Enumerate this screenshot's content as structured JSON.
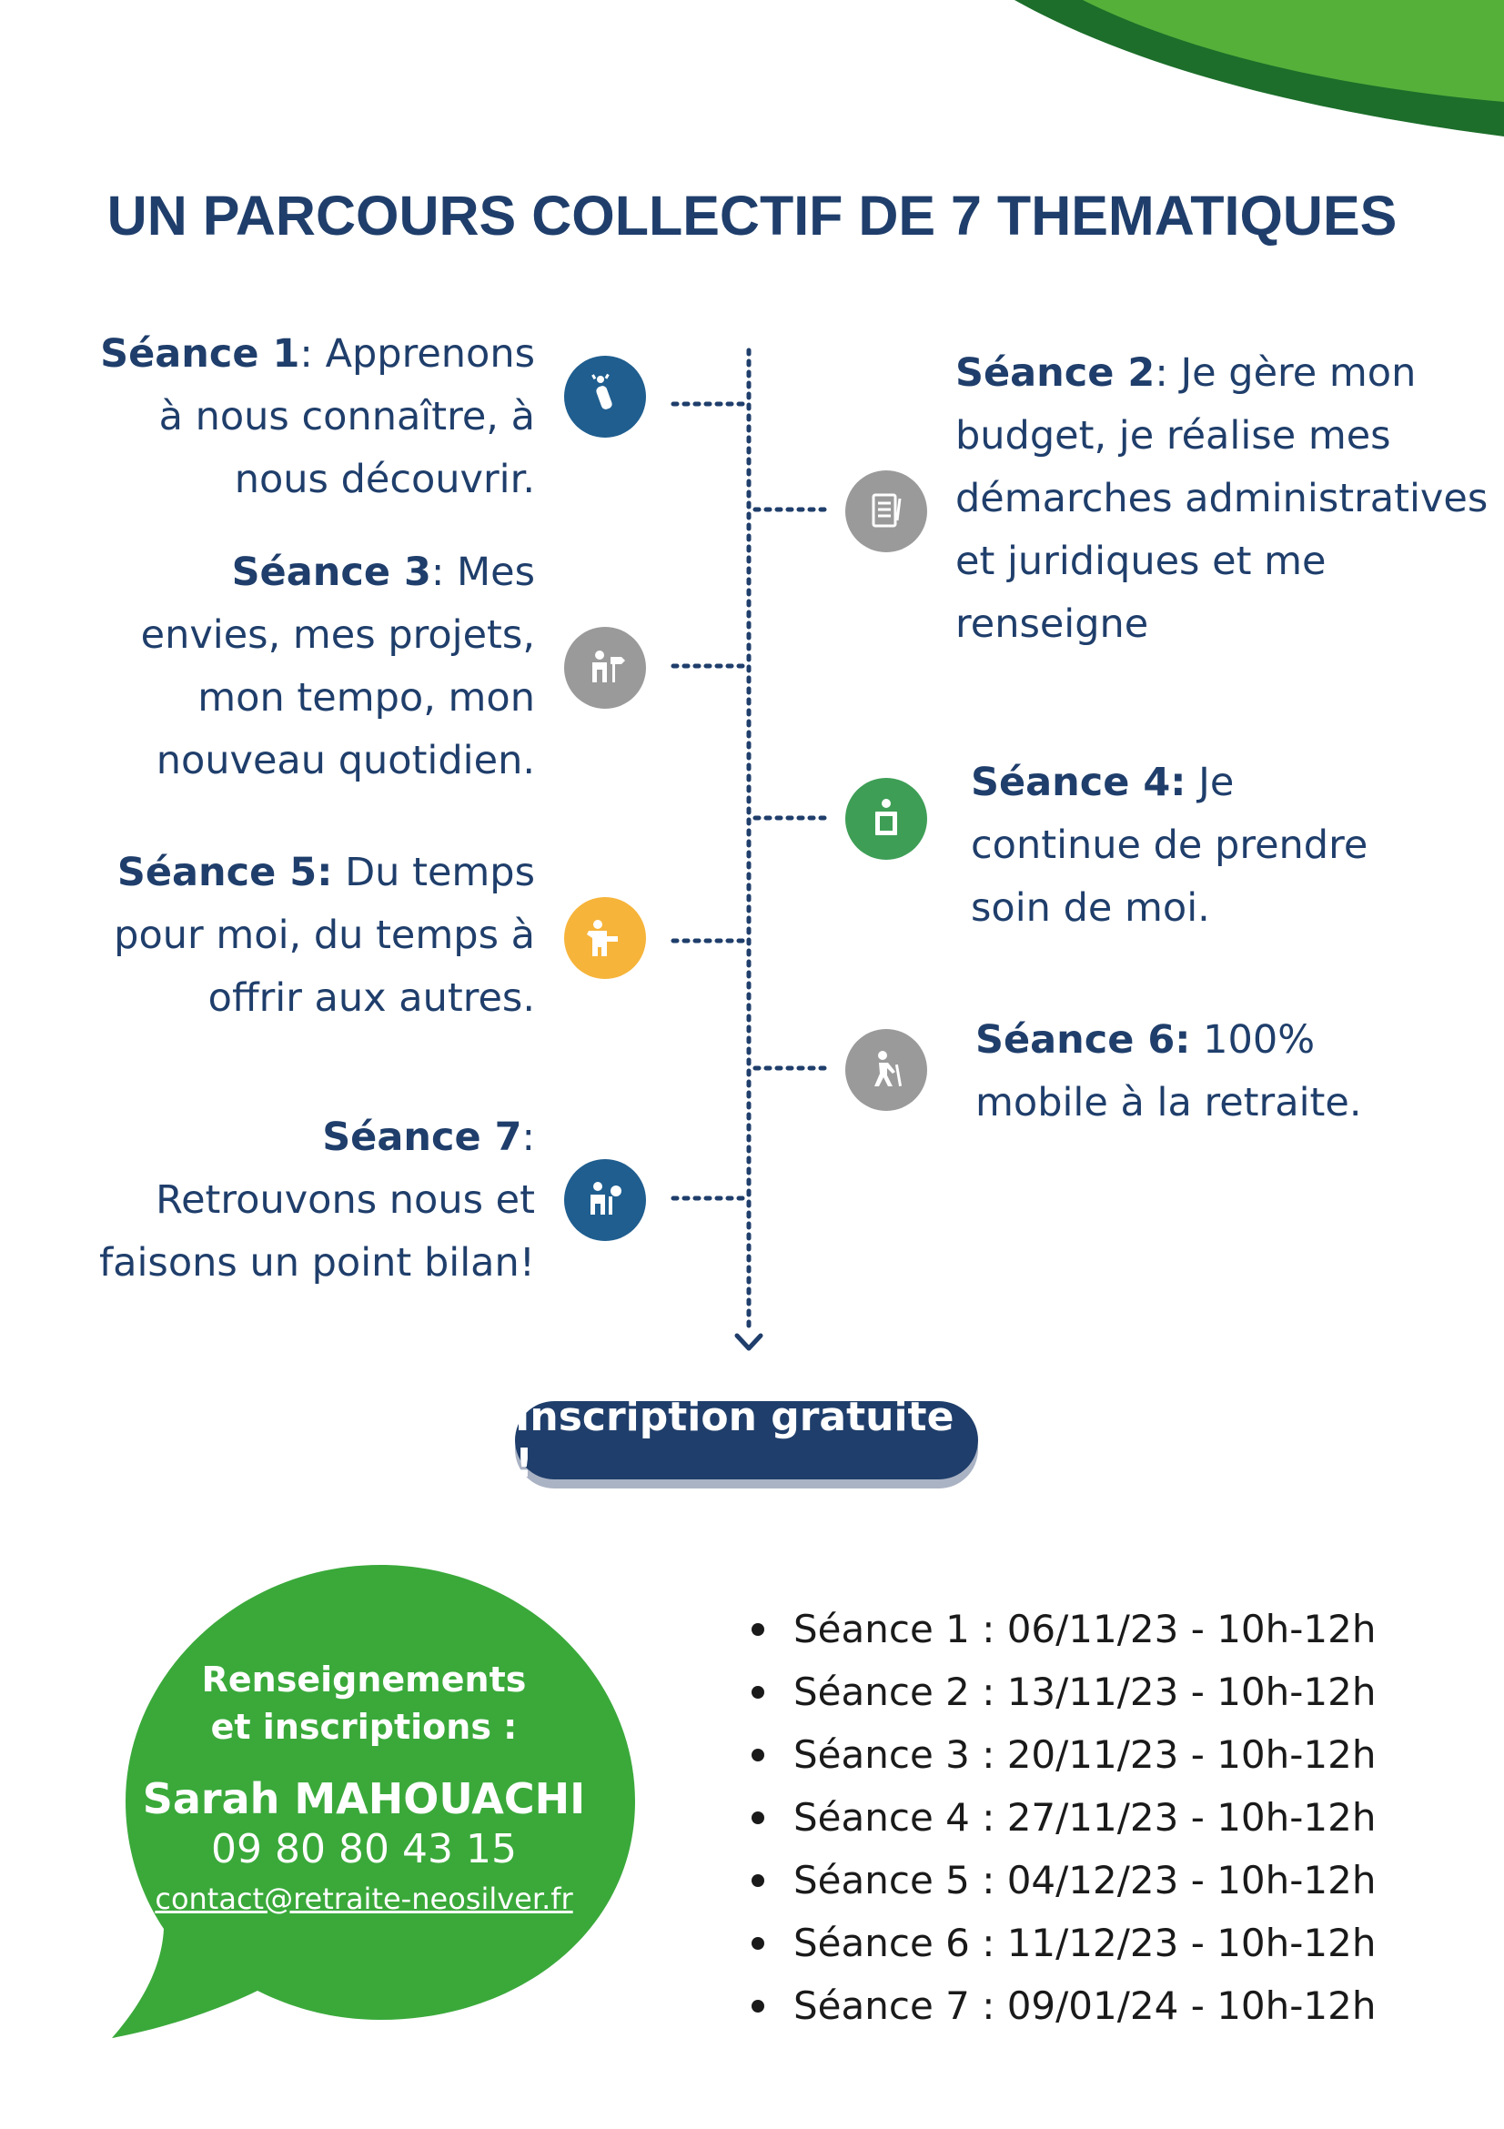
{
  "title": "UN PARCOURS COLLECTIF DE 7 THEMATIQUES",
  "colors": {
    "navy": "#1f3e6b",
    "green": "#3aa93a",
    "dark_green": "#1c6e2a",
    "grey_icon": "#9a9a9a",
    "green_icon": "#3e9e56",
    "yellow_icon": "#f6b43a"
  },
  "sessions": [
    {
      "label": "Séance 1",
      "sep": ": ",
      "text_lines": [
        "Apprenons",
        "à nous connaître, à",
        "nous découvrir."
      ],
      "icon": "microphone-icon",
      "icon_color": "#1f5e8f"
    },
    {
      "label": "Séance 2",
      "sep": ": ",
      "text_lines": [
        "Je gère mon",
        "budget, je réalise mes",
        "démarches administratives",
        "et juridiques et me",
        "renseigne"
      ],
      "icon": "document-icon",
      "icon_color": "#9a9a9a"
    },
    {
      "label": "Séance 3",
      "sep": ": ",
      "text_lines": [
        "Mes",
        "envies, mes projets,",
        "mon tempo, mon",
        "nouveau quotidien."
      ],
      "icon": "person-signpost-icon",
      "icon_color": "#9a9a9a"
    },
    {
      "label": "Séance 4:",
      "sep": " ",
      "text_lines": [
        "Je",
        "continue de prendre",
        "soin de moi."
      ],
      "icon": "person-at-desk-icon",
      "icon_color": "#3e9e56"
    },
    {
      "label": "Séance 5:",
      "sep": " ",
      "text_lines": [
        "Du temps",
        "pour moi, du temps à",
        "offrir aux autres."
      ],
      "icon": "person-giving-icon",
      "icon_color": "#f6b43a"
    },
    {
      "label": "Séance 6:",
      "sep": " ",
      "text_lines": [
        "100%",
        "mobile à la retraite."
      ],
      "icon": "person-walking-cane-icon",
      "icon_color": "#9a9a9a"
    },
    {
      "label": "Séance 7",
      "sep": ":",
      "text_lines": [
        "",
        "Retrouvons nous et",
        "faisons un point bilan!"
      ],
      "icon": "person-speaking-icon",
      "icon_color": "#1f5e8f"
    }
  ],
  "cta": {
    "label": "Inscription gratuite !"
  },
  "contact": {
    "heading_line1": "Renseignements",
    "heading_line2": "et inscriptions :",
    "name": "Sarah MAHOUACHI",
    "phone": "09 80 80 43 15",
    "email": "contact@retraite-neosilver.fr"
  },
  "schedule": [
    "Séance 1 : 06/11/23 - 10h-12h",
    "Séance 2 : 13/11/23 - 10h-12h",
    "Séance 3 : 20/11/23 - 10h-12h",
    "Séance 4 : 27/11/23 - 10h-12h",
    "Séance 5 : 04/12/23 - 10h-12h",
    "Séance 6 : 11/12/23 - 10h-12h",
    "Séance 7 : 09/01/24 - 10h-12h"
  ]
}
